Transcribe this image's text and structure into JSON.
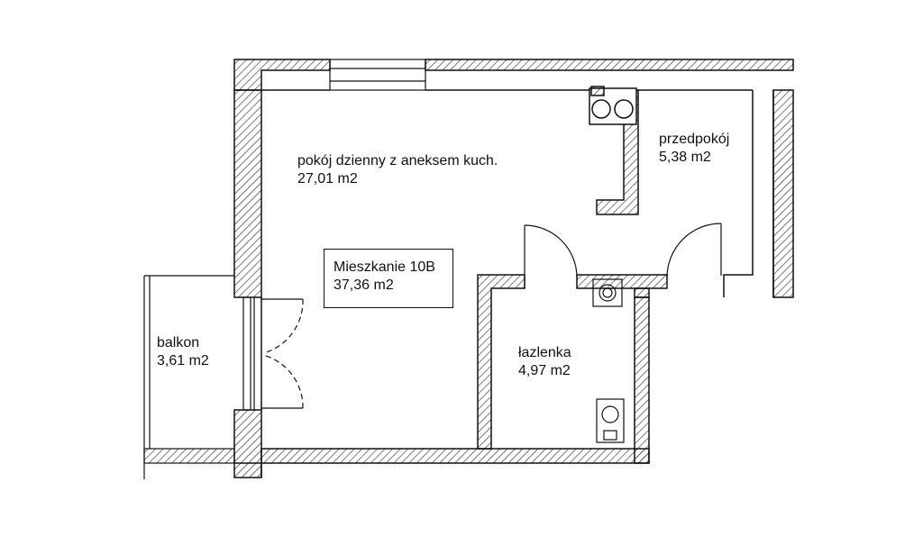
{
  "apartment": {
    "name": "Mieszkanie 10B",
    "area": "37,36 m2"
  },
  "rooms": {
    "living": {
      "name": "pokój dzienny z aneksem kuch.",
      "area": "27,01 m2"
    },
    "hall": {
      "name": "przedpokój",
      "area": "5,38 m2"
    },
    "bathroom": {
      "name": "łazlenka",
      "area": "4,97 m2"
    },
    "balcony": {
      "name": "balkon",
      "area": "3,61 m2"
    }
  },
  "colors": {
    "line": "#111111",
    "background": "#ffffff",
    "hatch": "#222222"
  }
}
